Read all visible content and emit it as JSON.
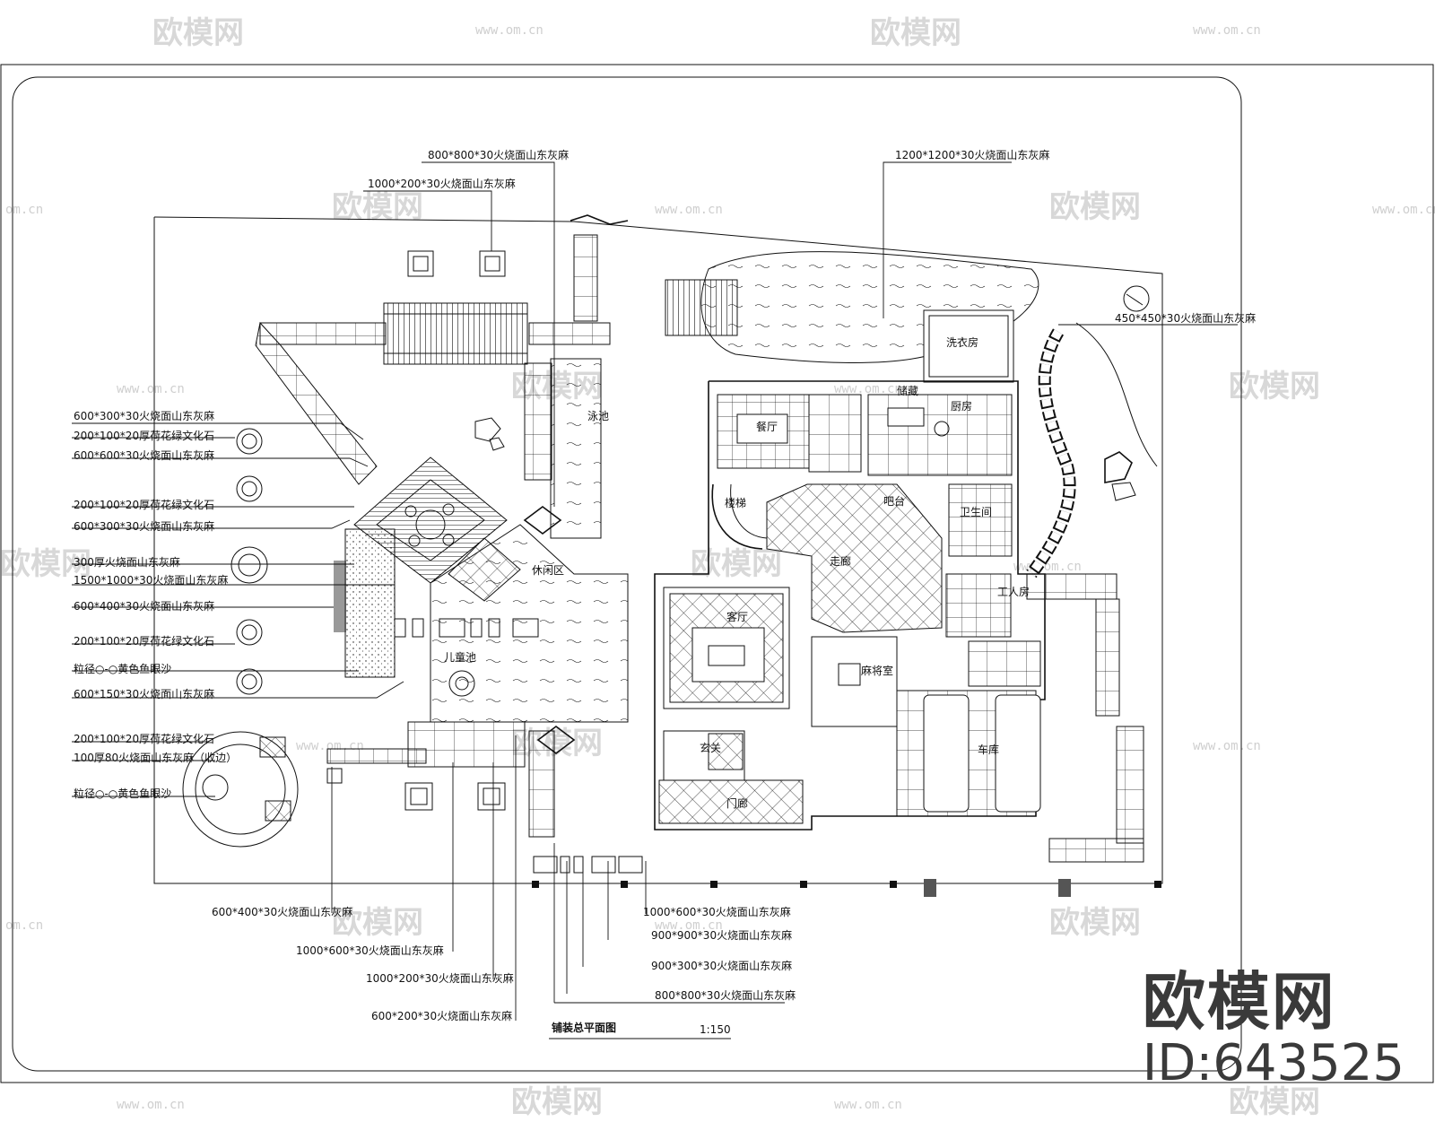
{
  "title": "铺装总平面图",
  "scale": "1:150",
  "watermark": {
    "brand": "欧模网",
    "url": "www.om.cn",
    "url_short": "om.cn",
    "id_label": "ID:643525"
  },
  "callouts_top": [
    "800*800*30火烧面山东灰麻",
    "1000*200*30火烧面山东灰麻",
    "1200*1200*30火烧面山东灰麻",
    "450*450*30火烧面山东灰麻"
  ],
  "callouts_left": [
    "600*300*30火烧面山东灰麻",
    "200*100*20厚荷花绿文化石",
    "600*600*30火烧面山东灰麻",
    "200*100*20厚荷花绿文化石",
    "600*300*30火烧面山东灰麻",
    "300厚火烧面山东灰麻",
    "1500*1000*30火烧面山东灰麻",
    "600*400*30火烧面山东灰麻",
    "200*100*20厚荷花绿文化石",
    "粒径○-○黄色鱼眼沙",
    "600*150*30火烧面山东灰麻",
    "200*100*20厚荷花绿文化石",
    "100厚80火烧面山东灰麻（收边）",
    "粒径○-○黄色鱼眼沙"
  ],
  "callouts_bottom": [
    "600*400*30火烧面山东灰麻",
    "1000*600*30火烧面山东灰麻",
    "1000*200*30火烧面山东灰麻",
    "600*200*30火烧面山东灰麻",
    "1000*600*30火烧面山东灰麻",
    "900*900*30火烧面山东灰麻",
    "900*300*30火烧面山东灰麻",
    "800*800*30火烧面山东灰麻"
  ],
  "rooms": {
    "dining": "餐厅",
    "kitchen": "厨房",
    "living": "客厅",
    "stairs": "楼梯",
    "corridor": "走廊",
    "servant": "工人房",
    "mahjong": "麻将室",
    "garage": "车库",
    "foyer": "玄关",
    "porch": "门廊",
    "pool": "泳池",
    "pool_shallow": "儿童池",
    "laundry": "洗衣房",
    "pantry": "储藏",
    "bath": "卫生间",
    "bar": "吧台",
    "lounge": "休闲区"
  }
}
